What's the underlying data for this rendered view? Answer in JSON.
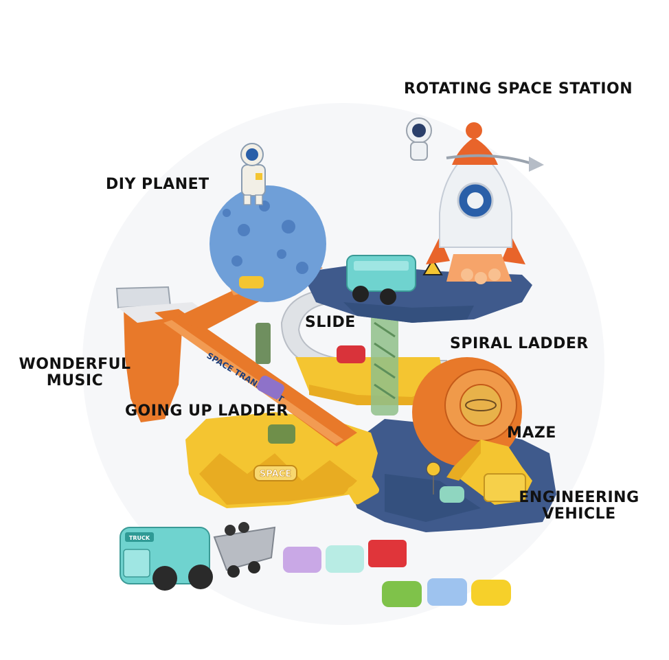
{
  "labels": {
    "rotating_space_station": "ROTATING SPACE STATION",
    "diy_planet": "DIY PLANET",
    "slide": "SLIDE",
    "spiral_ladder": "SPIRAL LADDER",
    "wonderful_music_line1": "WONDERFUL",
    "wonderful_music_line2": "MUSIC",
    "going_up_ladder": "GOING UP LADDER",
    "maze": "MAZE",
    "engineering_vehicle_line1": "ENGINEERING",
    "engineering_vehicle_line2": "VEHICLE"
  },
  "product_text": {
    "ramp_sign": "SPACE TRANSPORT",
    "base_sign": "SPACE",
    "truck_sign": "TRUCK"
  },
  "colors": {
    "orange": "#e8792a",
    "yellow": "#f4c531",
    "navy": "#3f5a8c",
    "teal": "#6fd3cf",
    "planet_blue": "#6f9fd8",
    "rocket_white": "#eef1f4",
    "rocket_orange": "#e8642a"
  }
}
